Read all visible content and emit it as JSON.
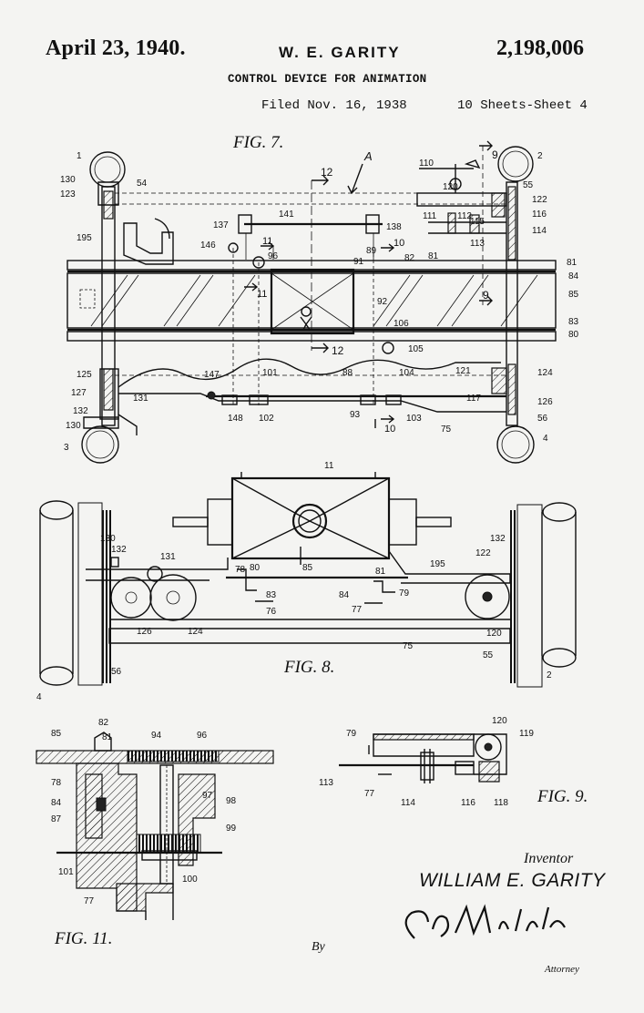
{
  "header": {
    "date": "April 23, 1940.",
    "inventor_name": "W. E. GARITY",
    "patent_number": "2,198,006",
    "title": "CONTROL DEVICE FOR ANIMATION",
    "filed": "Filed Nov. 16, 1938",
    "sheets": "10 Sheets-Sheet 4"
  },
  "figures": {
    "fig7": "FIG. 7.",
    "fig8": "FIG. 8.",
    "fig9": "FIG. 9.",
    "fig11": "FIG. 11."
  },
  "fig7_labels": {
    "A": "A",
    "n1": "1",
    "n2": "2",
    "n3": "3",
    "n4": "4",
    "n9a": "9",
    "n9b": "9",
    "n10a": "10",
    "n10b": "10",
    "n11a": "11",
    "n11b": "11",
    "n12a": "12",
    "n12b": "12",
    "n54": "54",
    "n55": "55",
    "n56": "56",
    "n75": "75",
    "n80": "80",
    "n81a": "81",
    "n81b": "81",
    "n82": "82",
    "n83": "83",
    "n84": "84",
    "n85": "85",
    "n88": "88",
    "n89": "89",
    "n91": "91",
    "n92": "92",
    "n93": "93",
    "n96": "96",
    "n101": "101",
    "n102": "102",
    "n103": "103",
    "n104": "104",
    "n105": "105",
    "n106": "106",
    "n110": "110",
    "n111": "111",
    "n112": "112",
    "n113": "113",
    "n114": "114",
    "n115": "115",
    "n116": "116",
    "n117": "117",
    "n120": "120",
    "n121": "121",
    "n122": "122",
    "n123": "123",
    "n124a": "124",
    "n125": "125",
    "n126a": "126",
    "n127": "127",
    "n130a": "130",
    "n130b": "130",
    "n131": "131",
    "n132": "132",
    "n137": "137",
    "n138": "138",
    "n141": "141",
    "n146": "146",
    "n147": "147",
    "n148": "148",
    "n195": "195"
  },
  "fig8_labels": {
    "n11": "11",
    "n130": "130",
    "n132a": "132",
    "n131": "131",
    "n78": "78",
    "n80": "80",
    "n85": "85",
    "n81": "81",
    "n83": "83",
    "n84": "84",
    "n79": "79",
    "n76": "76",
    "n77": "77",
    "n75": "75",
    "n126": "126",
    "n124": "124",
    "n56": "56",
    "n4": "4",
    "n195": "195",
    "n132b": "132",
    "n122": "122",
    "n120": "120",
    "n55": "55",
    "n2": "2"
  },
  "fig9_labels": {
    "n79": "79",
    "n120": "120",
    "n119": "119",
    "n113": "113",
    "n77": "77",
    "n114": "114",
    "n116": "116",
    "n118": "118"
  },
  "fig11_labels": {
    "n85": "85",
    "n82": "82",
    "n81": "81",
    "n94": "94",
    "n96": "96",
    "n78": "78",
    "n84": "84",
    "n87": "87",
    "n97": "97",
    "n98": "98",
    "n99": "99",
    "n101": "101",
    "n100": "100",
    "n77": "77"
  },
  "signature": {
    "inventor_caption": "Inventor",
    "inventor_full_name": "WILLIAM E. GARITY",
    "by": "By",
    "attorney_caption": "Attorney"
  }
}
